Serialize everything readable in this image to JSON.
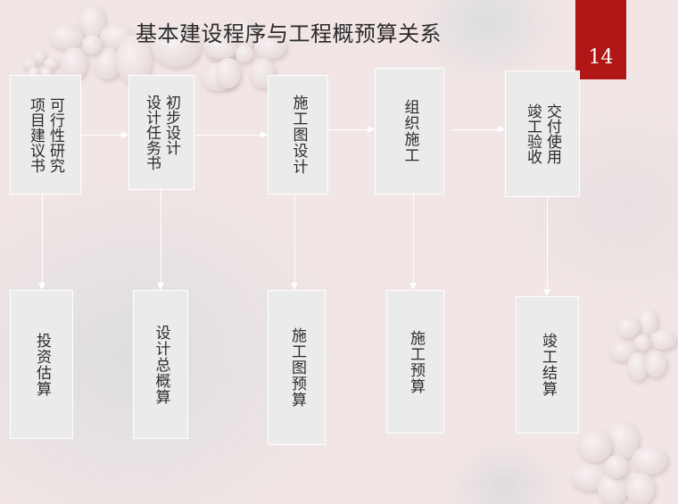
{
  "slide": {
    "title": "基本建设程序与工程概预算关系",
    "page_number": "14",
    "accent_color": "#b01616",
    "background_color": "#f1e5e5",
    "box_color": "#ebebeb"
  },
  "process_steps": [
    {
      "label": "项目建议书可行性研究",
      "lines": [
        "可行性研究",
        "项目建议书"
      ]
    },
    {
      "label": "初步设计任务书设计",
      "lines": [
        "初步设计",
        "设计任务书"
      ]
    },
    {
      "label": "施工图设计",
      "lines": [
        "施工图设计"
      ]
    },
    {
      "label": "组织施工",
      "lines": [
        "组织施工"
      ]
    },
    {
      "label": "竣工验收交付使用",
      "lines": [
        "交付使用",
        "竣工验收"
      ]
    }
  ],
  "estimates": [
    {
      "label": "投资估算"
    },
    {
      "label": "设计总概算"
    },
    {
      "label": "施工图预算"
    },
    {
      "label": "施工预算"
    },
    {
      "label": "竣工结算"
    }
  ]
}
